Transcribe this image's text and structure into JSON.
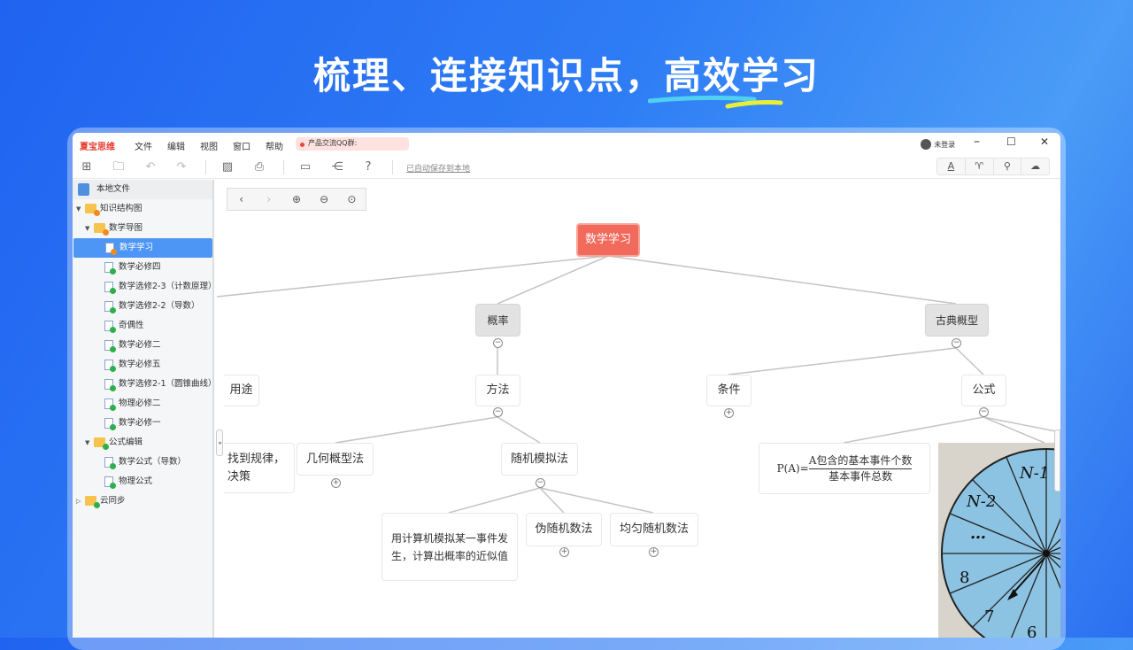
{
  "headline": {
    "text_a": "梳理、连接知识点，",
    "text_b": "高效学习"
  },
  "app": {
    "logo": "夏宝思维",
    "menu": [
      "文件",
      "编辑",
      "视图",
      "窗口",
      "帮助"
    ],
    "qq_group": "产品交流QQ群:",
    "user": "未登录",
    "autosave": "已自动保存到本地"
  },
  "toolbar": {
    "icons": [
      "new-file-icon",
      "new-folder-icon",
      "undo-icon",
      "redo-icon",
      "image-icon",
      "print-icon",
      "comment-icon",
      "share-icon",
      "help-icon"
    ],
    "right_icons": [
      "text-style-icon",
      "theme-icon",
      "search-icon",
      "cloud-icon"
    ]
  },
  "sidebar": {
    "root": "本地文件",
    "items": [
      {
        "label": "知识结构图",
        "type": "folder",
        "level": 0
      },
      {
        "label": "数学导图",
        "type": "folder",
        "level": 1
      },
      {
        "label": "数学学习",
        "type": "doc",
        "level": 2,
        "selected": true
      },
      {
        "label": "数学必修四",
        "type": "doc",
        "level": 2
      },
      {
        "label": "数学选修2-3（计数原理）",
        "type": "doc",
        "level": 2
      },
      {
        "label": "数学选修2-2（导数）",
        "type": "doc",
        "level": 2
      },
      {
        "label": "奇偶性",
        "type": "doc",
        "level": 2
      },
      {
        "label": "数学必修二",
        "type": "doc",
        "level": 2
      },
      {
        "label": "数学必修五",
        "type": "doc",
        "level": 2
      },
      {
        "label": "数学选修2-1（圆锥曲线）",
        "type": "doc",
        "level": 2
      },
      {
        "label": "物理必修二",
        "type": "doc",
        "level": 2
      },
      {
        "label": "数学必修一",
        "type": "doc",
        "level": 2
      },
      {
        "label": "公式编辑",
        "type": "folder",
        "level": 1
      },
      {
        "label": "数学公式（导数）",
        "type": "doc",
        "level": 2
      },
      {
        "label": "物理公式",
        "type": "doc",
        "level": 2
      },
      {
        "label": "云同步",
        "type": "folder",
        "level": 0
      }
    ]
  },
  "mindmap": {
    "root": "数学学习",
    "gailv": "概率",
    "gudian": "古典概型",
    "yongtu": "用途",
    "fangfa": "方法",
    "tiaojian": "条件",
    "gongshi": "公式",
    "guilv_1": "找到规律，",
    "guilv_2": "决策",
    "jihe": "几何概型法",
    "suiji": "随机模拟法",
    "formula_lhs": "P(A)=",
    "formula_num": "A包含的基本事件个数",
    "formula_den": "基本事件总数",
    "jisuanji": "用计算机模拟某一事件发生，计算出概率的近似值",
    "wei": "伪随机数法",
    "junyun": "均匀随机数法",
    "wheel_labels": [
      "N-1",
      "N-2",
      "…",
      "8",
      "7",
      "6"
    ]
  }
}
